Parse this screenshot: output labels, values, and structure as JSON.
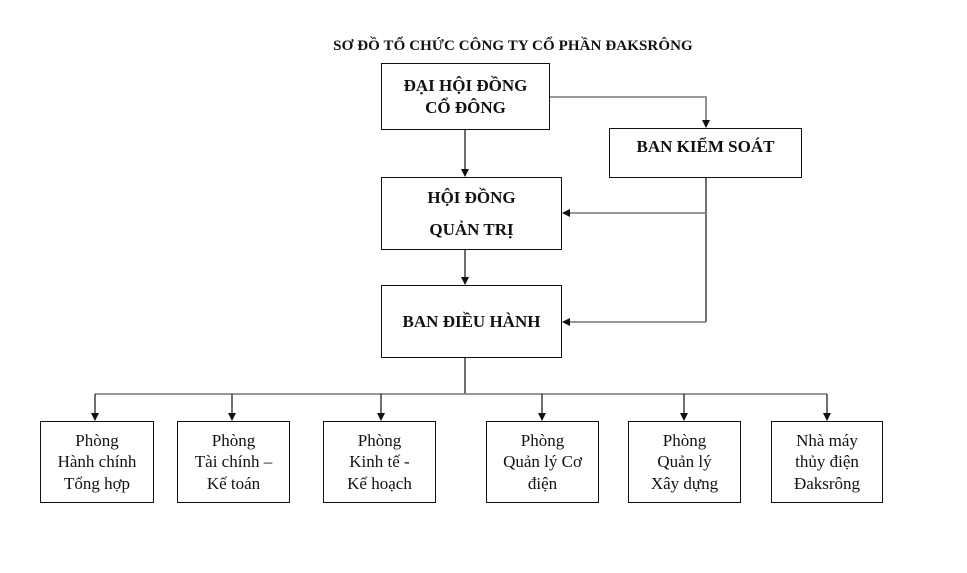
{
  "diagram": {
    "title": "SƠ ĐỒ TỔ CHỨC CÔNG TY CỔ PHẦN ĐAKSRÔNG",
    "nodes": {
      "shareholders": {
        "lines": [
          "ĐẠI HỘI ĐỒNG",
          "CỔ ĐÔNG"
        ]
      },
      "supervisory": {
        "lines": [
          "BAN KIỂM SOÁT"
        ]
      },
      "board": {
        "lines": [
          "HỘI ĐỒNG",
          "QUẢN TRỊ"
        ]
      },
      "executive": {
        "lines": [
          "BAN ĐIỀU HÀNH"
        ]
      }
    },
    "departments": [
      {
        "lines": [
          "Phòng",
          "Hành chính",
          "Tổng hợp"
        ]
      },
      {
        "lines": [
          "Phòng",
          "Tài chính –",
          "Kế toán"
        ]
      },
      {
        "lines": [
          "Phòng",
          "Kinh tế -",
          "Kế hoạch"
        ]
      },
      {
        "lines": [
          "Phòng",
          "Quản lý Cơ",
          "điện"
        ]
      },
      {
        "lines": [
          "Phòng",
          "Quản lý",
          "Xây dựng"
        ]
      },
      {
        "lines": [
          "Nhà máy",
          "thủy điện",
          "Đaksrông"
        ]
      }
    ],
    "edges": [
      {
        "from": "shareholders",
        "to": "board"
      },
      {
        "from": "shareholders",
        "to": "supervisory"
      },
      {
        "from": "supervisory",
        "to": "board"
      },
      {
        "from": "supervisory",
        "to": "executive"
      },
      {
        "from": "board",
        "to": "executive"
      },
      {
        "from": "executive",
        "to": "departments"
      }
    ]
  }
}
